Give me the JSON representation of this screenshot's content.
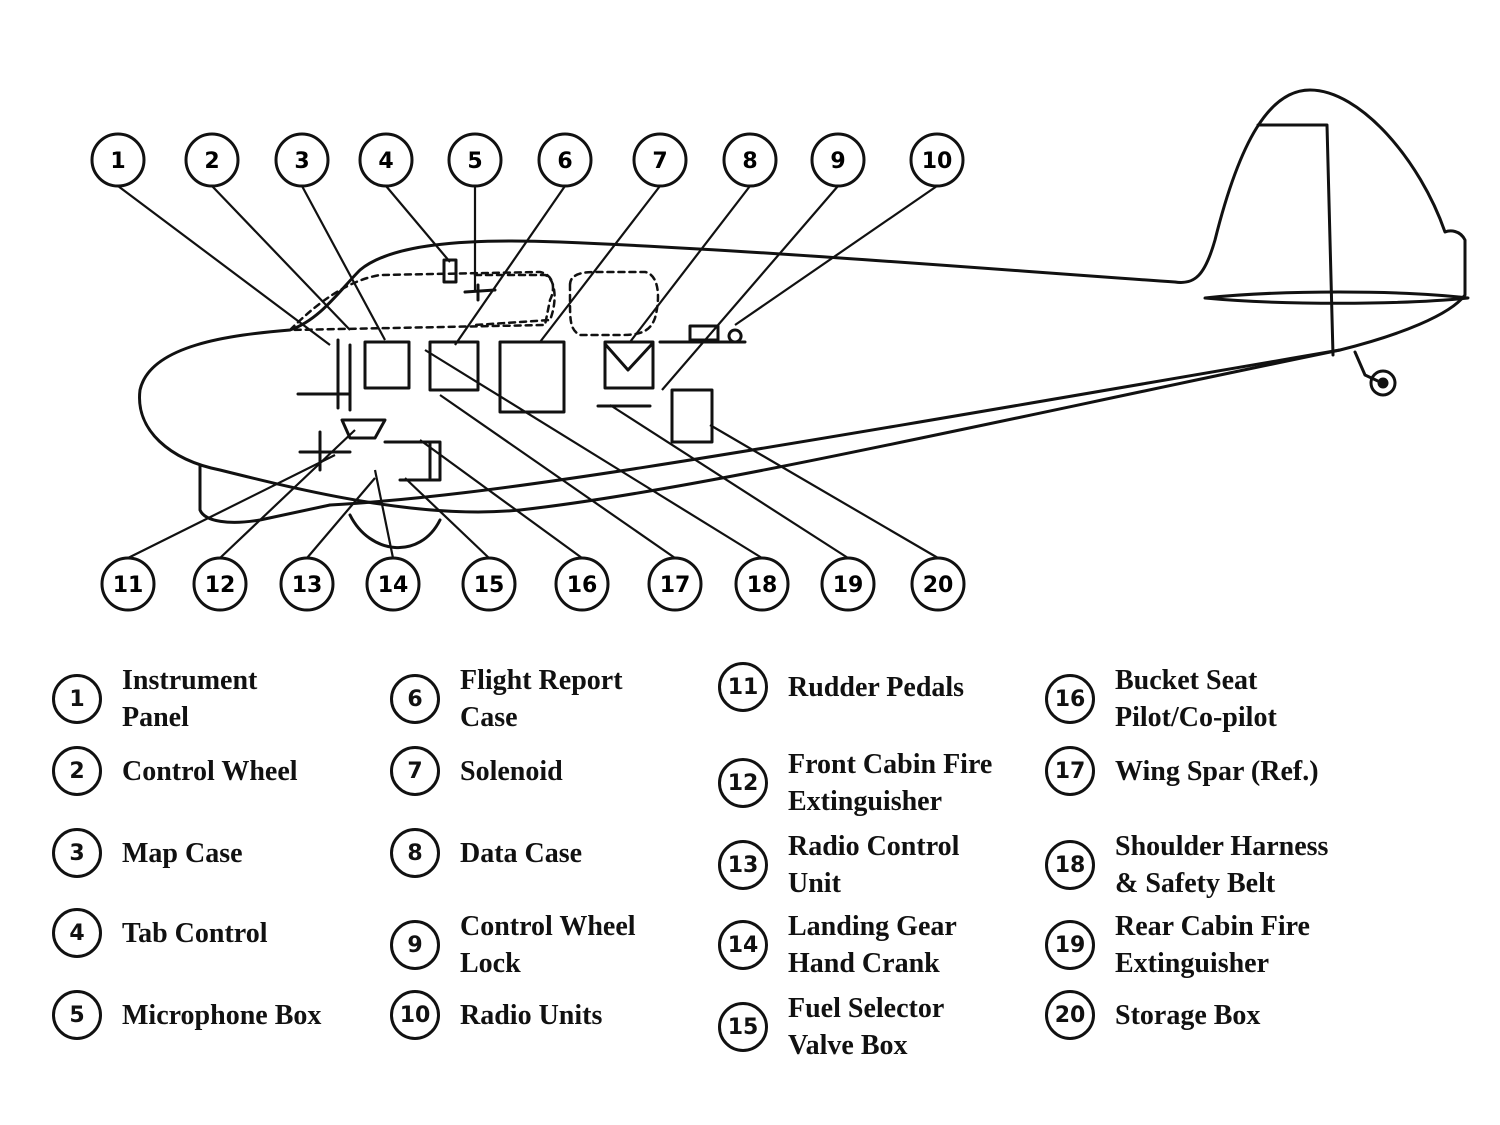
{
  "diagram": {
    "subject": "Aircraft cabin equipment location diagram (side view)",
    "callouts_top": [
      "1",
      "2",
      "3",
      "4",
      "5",
      "6",
      "7",
      "8",
      "9",
      "10"
    ],
    "callouts_bottom": [
      "11",
      "12",
      "13",
      "14",
      "15",
      "16",
      "17",
      "18",
      "19",
      "20"
    ]
  },
  "legend": [
    {
      "num": "1",
      "label": "Instrument\nPanel"
    },
    {
      "num": "2",
      "label": "Control Wheel"
    },
    {
      "num": "3",
      "label": "Map Case"
    },
    {
      "num": "4",
      "label": "Tab Control"
    },
    {
      "num": "5",
      "label": "Microphone Box"
    },
    {
      "num": "6",
      "label": "Flight Report\nCase"
    },
    {
      "num": "7",
      "label": "Solenoid"
    },
    {
      "num": "8",
      "label": "Data Case"
    },
    {
      "num": "9",
      "label": "Control Wheel\nLock"
    },
    {
      "num": "10",
      "label": "Radio Units"
    },
    {
      "num": "11",
      "label": "Rudder Pedals"
    },
    {
      "num": "12",
      "label": "Front Cabin Fire\nExtinguisher"
    },
    {
      "num": "13",
      "label": "Radio Control\nUnit"
    },
    {
      "num": "14",
      "label": "Landing Gear\nHand Crank"
    },
    {
      "num": "15",
      "label": "Fuel Selector\nValve Box"
    },
    {
      "num": "16",
      "label": "Bucket Seat\nPilot/Co-pilot"
    },
    {
      "num": "17",
      "label": "Wing Spar (Ref.)"
    },
    {
      "num": "18",
      "label": "Shoulder Harness\n& Safety Belt"
    },
    {
      "num": "19",
      "label": "Rear Cabin Fire\nExtinguisher"
    },
    {
      "num": "20",
      "label": "Storage Box"
    }
  ]
}
